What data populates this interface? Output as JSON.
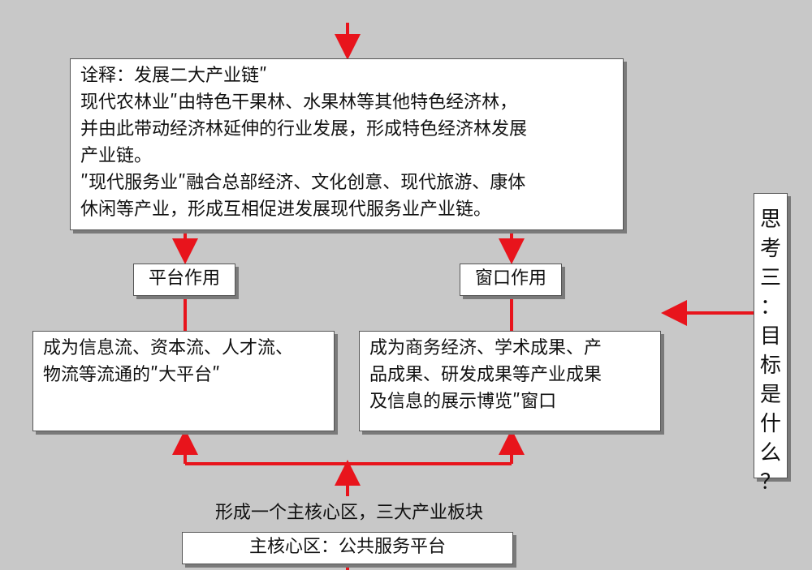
{
  "explain_box": {
    "lines": [
      "诠释：发展二大产业链ʺ",
      "现代农林业ʺ由特色干果林、水果林等其他特色经济林，",
      "并由此带动经济林延伸的行业发展，形成特色经济林发展",
      "产业链。",
      "ʺ现代服务业ʺ融合总部经济、文化创意、现代旅游、康体",
      "休闲等产业，形成互相促进发展现代服务业产业链。"
    ]
  },
  "platform_label": "平台作用",
  "window_label": "窗口作用",
  "platform_box": {
    "lines": [
      "成为信息流、资本流、人才流、",
      "物流等流通的ʺ大平台ʺ"
    ]
  },
  "window_box": {
    "lines": [
      "成为商务经济、学术成果、产",
      "品成果、研发成果等产业成果",
      "及信息的展示博览ʺ窗口"
    ]
  },
  "caption": "形成一个主核心区，三大产业板块",
  "core_box": "主核心区：公共服务平台",
  "side_box": {
    "chars": [
      "思",
      "考",
      "三",
      "：",
      "目",
      "标",
      "是",
      "什",
      "么",
      "？"
    ]
  },
  "colors": {
    "arrow": "#e8141c",
    "background": "#c8c8c8",
    "box": "#ffffff"
  }
}
